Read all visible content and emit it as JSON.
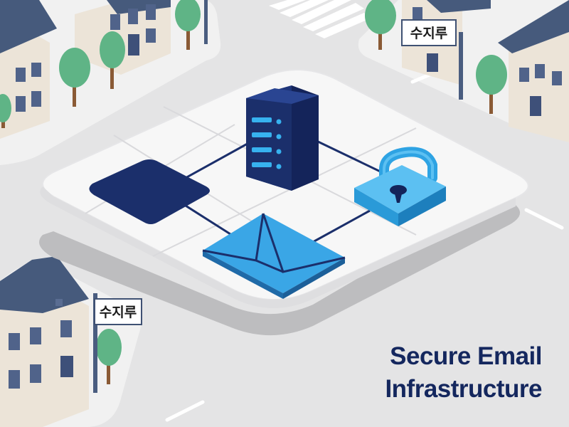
{
  "street_signs": [
    "수지루",
    "수지루"
  ],
  "headline": {
    "line1": "Secure Email",
    "line2": "Infrastructure"
  },
  "colors": {
    "background": "#e4e4e5",
    "platform": "#f7f7f7",
    "navy": "#1b2f6b",
    "accent_blue": "#2ea3e3",
    "headline": "#14275e",
    "tree": "#5fb486"
  },
  "icons": [
    "server-icon",
    "folder-icon",
    "envelope-icon",
    "padlock-icon"
  ]
}
